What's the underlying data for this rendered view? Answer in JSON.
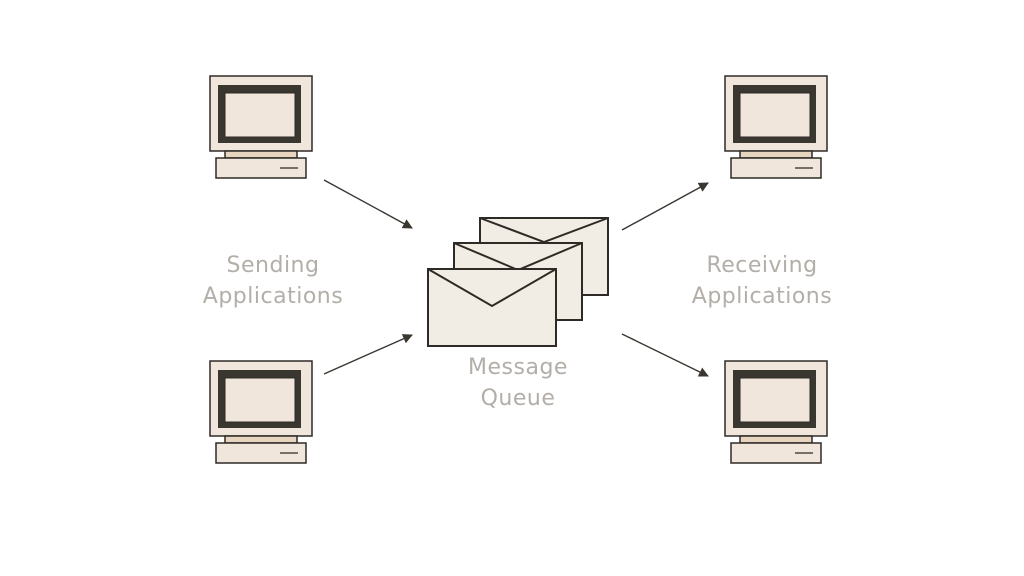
{
  "colors": {
    "background": "#ffffff",
    "outline": "#2e2a26",
    "screen_frame": "#3a3630",
    "device_fill": "#f0e6dc",
    "stand_fill": "#e8d5c0",
    "envelope_fill": "#f2ede4",
    "label_text": "#b3aea8",
    "arrow": "#3a3630"
  },
  "labels": {
    "sending": [
      "Sending",
      "Applications"
    ],
    "receiving": [
      "Receiving",
      "Applications"
    ],
    "queue": [
      "Message",
      "Queue"
    ]
  },
  "nodes": {
    "senders": [
      "computer",
      "computer"
    ],
    "receivers": [
      "computer",
      "computer"
    ],
    "queue_envelopes": 3
  },
  "flows": [
    {
      "from": "sender-1",
      "to": "message-queue"
    },
    {
      "from": "sender-2",
      "to": "message-queue"
    },
    {
      "from": "message-queue",
      "to": "receiver-1"
    },
    {
      "from": "message-queue",
      "to": "receiver-2"
    }
  ]
}
